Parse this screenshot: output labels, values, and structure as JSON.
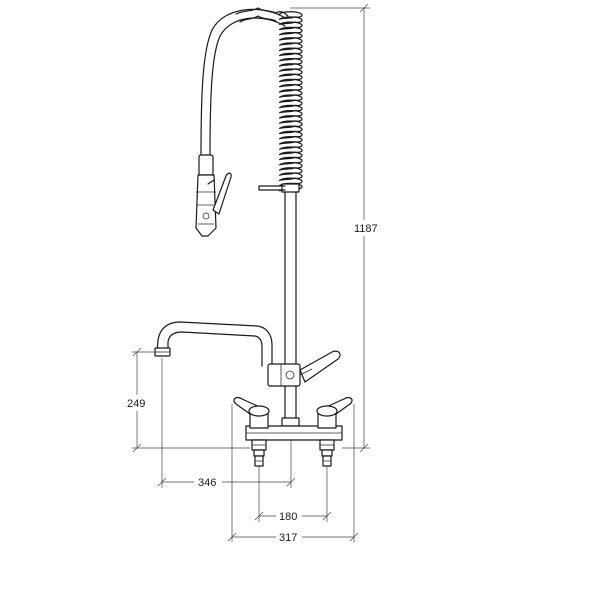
{
  "dimensions": {
    "overall_height": "1187",
    "spout_height": "249",
    "spout_reach": "346",
    "inlet_centres": "180",
    "overall_width": "317"
  },
  "colors": {
    "line": "#1a1a1a",
    "background": "#ffffff"
  }
}
